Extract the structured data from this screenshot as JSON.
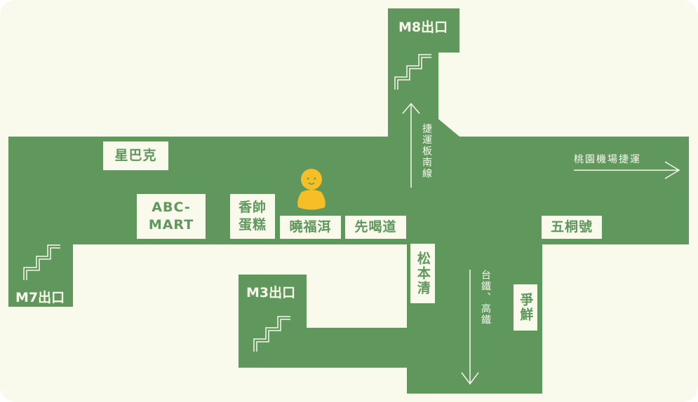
{
  "colors": {
    "background": "#f9f9ec",
    "corridor": "#5f975d",
    "person": "#f6bf26"
  },
  "exits": {
    "m7": "M7出口",
    "m8": "M8出口",
    "m3": "M3出口"
  },
  "shops": {
    "starbucks": "星巴克",
    "abc_mart_line1": "ABC-",
    "abc_mart_line2": "MART",
    "cake_line1": "香帥",
    "cake_line2": "蛋糕",
    "xiaofuer": "曉福洱",
    "xianhedao": "先喝道",
    "wutonghao": "五桐號",
    "matsumoto": "松本清",
    "sushiro": "爭鮮"
  },
  "directions": {
    "bannan": "捷運板南線",
    "airport": "桃園機場捷運",
    "rail": "台鐵、高鐵"
  },
  "icons": {
    "stairs": "stairs-icon",
    "person": "you-are-here-icon",
    "arrow": "arrow-icon"
  }
}
